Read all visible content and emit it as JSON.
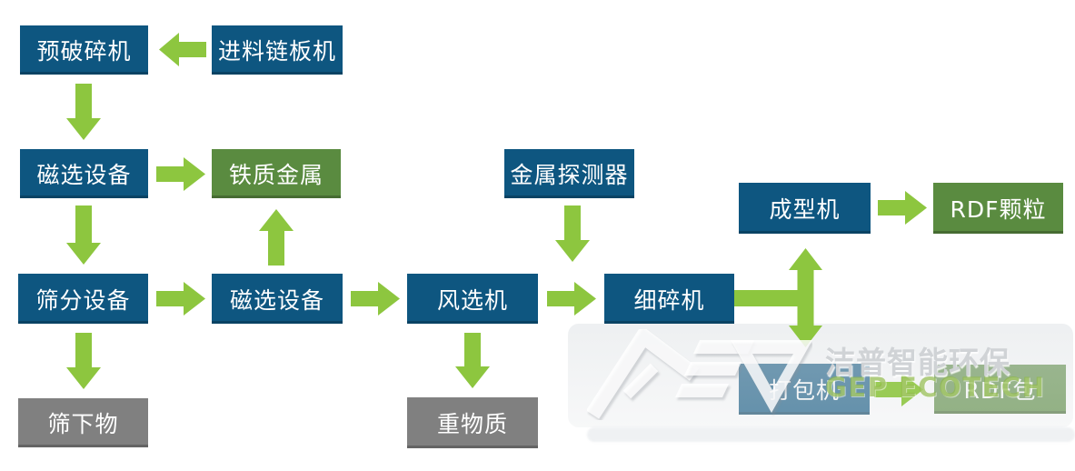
{
  "diagram": {
    "nodes": {
      "feed_conveyor": {
        "label": "进料链板机"
      },
      "pre_crusher": {
        "label": "预破碎机"
      },
      "magnetic_separator_1": {
        "label": "磁选设备"
      },
      "ferrous_metal": {
        "label": "铁质金属"
      },
      "screening_equipment": {
        "label": "筛分设备"
      },
      "magnetic_separator_2": {
        "label": "磁选设备"
      },
      "undersize_material": {
        "label": "筛下物"
      },
      "metal_detector": {
        "label": "金属探测器"
      },
      "air_separator": {
        "label": "风选机"
      },
      "heavy_material": {
        "label": "重物质"
      },
      "fine_crusher": {
        "label": "细碎机"
      },
      "forming_machine": {
        "label": "成型机"
      },
      "rdf_pellets": {
        "label": "RDF颗粒"
      },
      "baler": {
        "label": "打包机"
      },
      "rdf_bales": {
        "label": "RDF包"
      }
    },
    "colors": {
      "process_box": "#0E5680",
      "output_box": "#5A8B40",
      "waste_box": "#808080",
      "arrow": "#8DC63F"
    },
    "watermark": {
      "brand_cn": "洁普智能环保",
      "brand_en": "GEP ECOTECH",
      "logo_icon": "gep-logo"
    }
  }
}
